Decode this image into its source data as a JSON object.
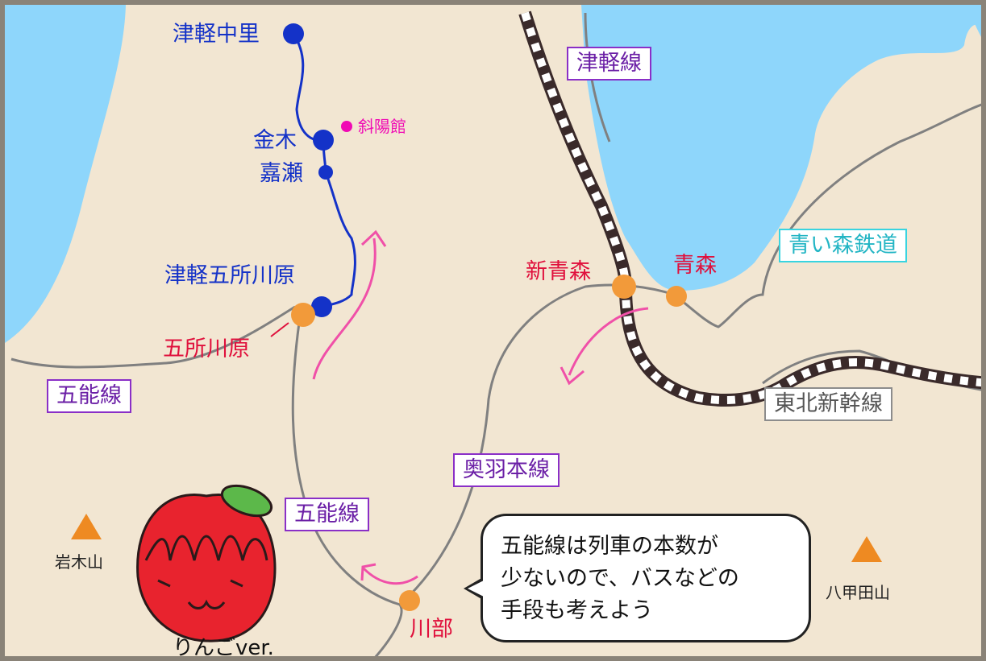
{
  "stations_blue": [
    "津軽中里",
    "金木",
    "嘉瀬",
    "津軽五所川原"
  ],
  "stations_red": [
    "五所川原",
    "新青森",
    "青森",
    "川部"
  ],
  "poi": "斜陽館",
  "lines": {
    "tsugaru": "津軽線",
    "gono_west": "五能線",
    "gono_south": "五能線",
    "ou": "奥羽本線",
    "tohoku_shinkansen": "東北新幹線",
    "aoimori": "青い森鉄道"
  },
  "mountains": [
    "岩木山",
    "八甲田山"
  ],
  "bubble_text": "五能線は列車の本数が\n少ないので、バスなどの\n手段も考えよう",
  "mascot_label": "りんごver.",
  "colors": {
    "land": "#f2e6d2",
    "sea": "#8ed6fb",
    "road": "#808080",
    "private_line": "#1432c8",
    "station_marker": "#f29a3a",
    "arrow": "#f050a8",
    "apple": "#e8232e",
    "leaf": "#5cb84a"
  }
}
